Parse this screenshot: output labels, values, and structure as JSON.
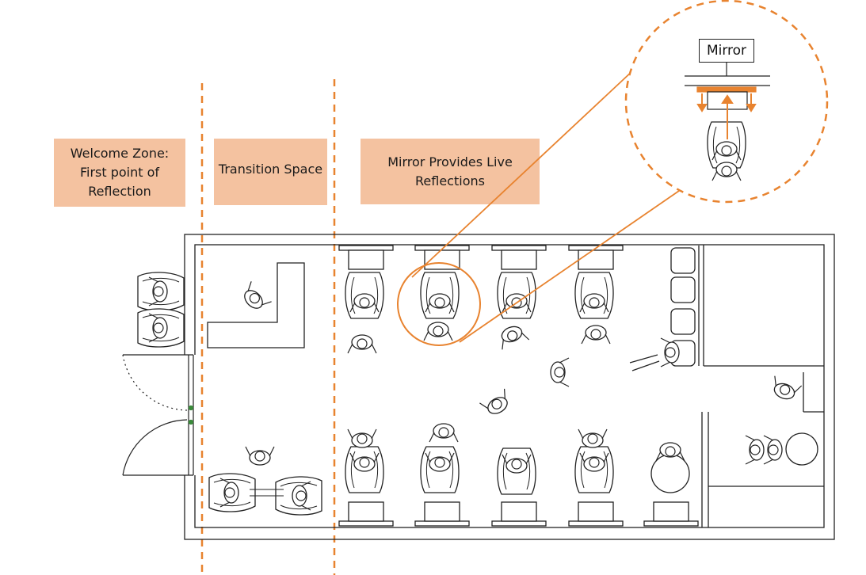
{
  "colors": {
    "accent": "#e8832f",
    "label_fill": "#f4c2a0",
    "line": "#222222"
  },
  "zones": [
    {
      "id": "welcome",
      "lines": [
        "Welcome Zone:",
        "First point of",
        "Reflection"
      ]
    },
    {
      "id": "transition",
      "lines": [
        "Transition Space"
      ]
    },
    {
      "id": "mirror",
      "lines": [
        "Mirror Provides Live",
        "Reflections"
      ]
    }
  ],
  "detail": {
    "mirror_label": "Mirror"
  },
  "icons": [
    "person-icon",
    "salon-chair-icon",
    "mirror-station-icon",
    "door-swing-icon",
    "waiting-seat-icon",
    "table-icon"
  ]
}
